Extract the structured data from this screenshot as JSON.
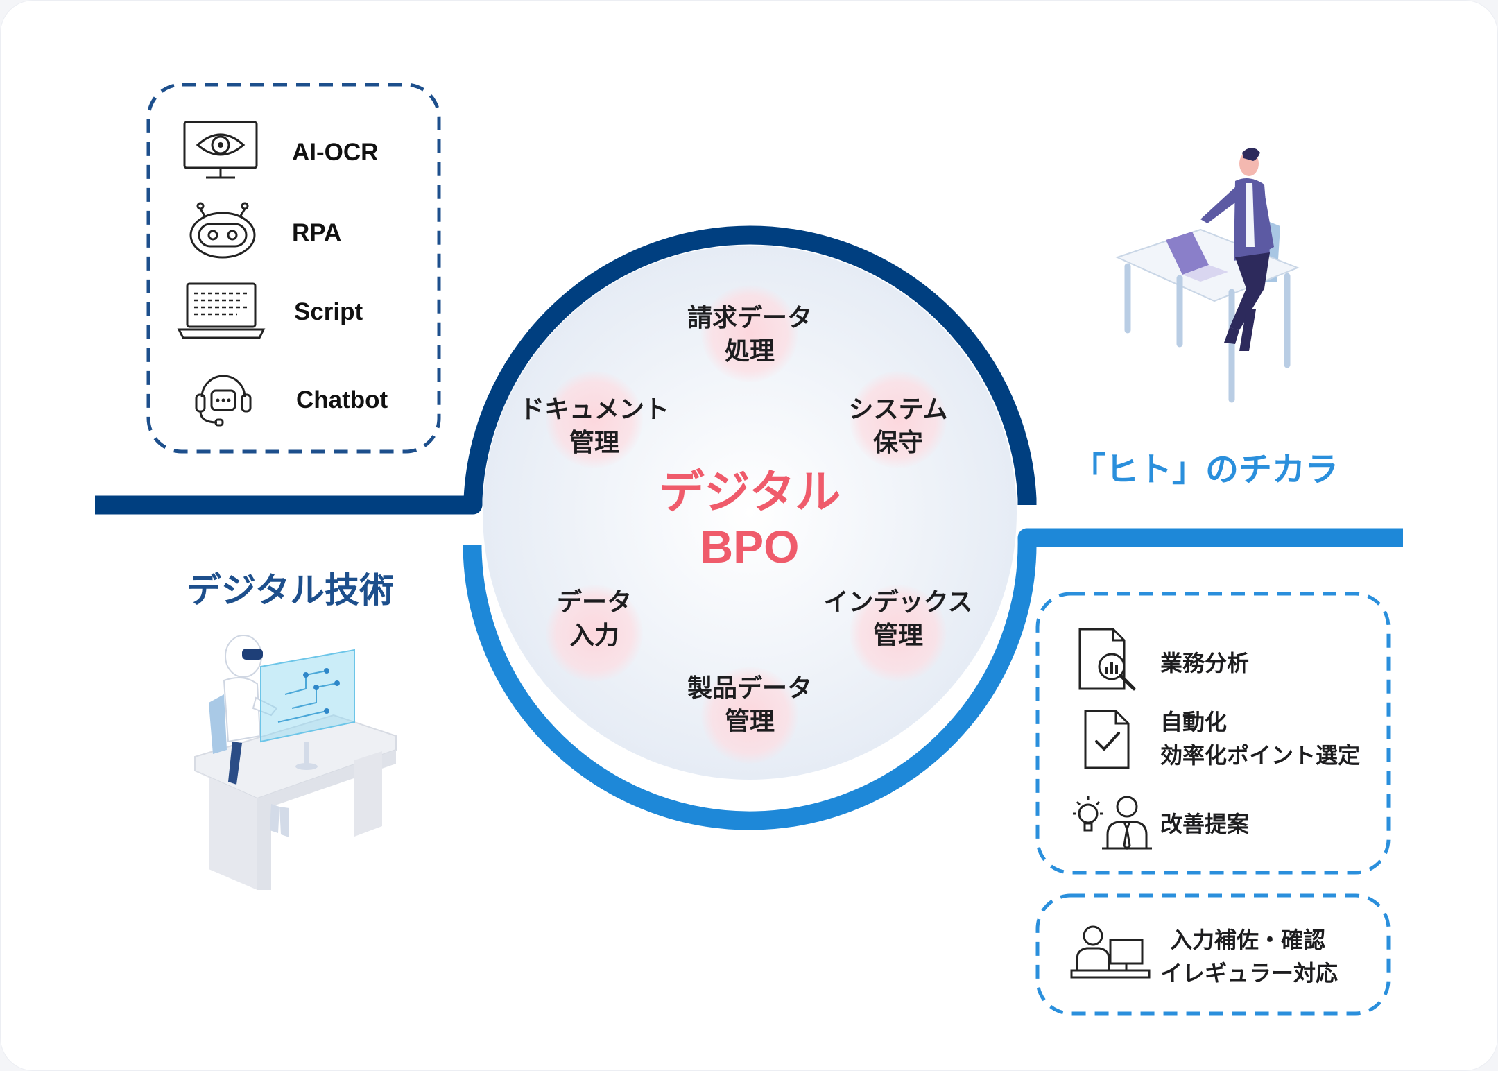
{
  "center": {
    "title_line1": "デジタル",
    "title_line2": "BPO"
  },
  "services": {
    "seikyu": [
      "請求データ",
      "処理"
    ],
    "system": [
      "システム",
      "保守"
    ],
    "index": [
      "インデックス",
      "管理"
    ],
    "seihin": [
      "製品データ",
      "管理"
    ],
    "data_input": [
      "データ",
      "入力"
    ],
    "document": [
      "ドキュメント",
      "管理"
    ]
  },
  "left": {
    "heading": "デジタル技術",
    "tools": [
      {
        "label": "AI-OCR",
        "icon": "eye-monitor-icon"
      },
      {
        "label": "RPA",
        "icon": "robot-face-icon"
      },
      {
        "label": "Script",
        "icon": "laptop-code-icon"
      },
      {
        "label": "Chatbot",
        "icon": "chatbot-headset-icon"
      }
    ]
  },
  "right": {
    "heading": "「ヒト」のチカラ",
    "items": [
      {
        "lines": [
          "業務分析"
        ],
        "icon": "document-analysis-icon"
      },
      {
        "lines": [
          "自動化",
          "効率化ポイント選定"
        ],
        "icon": "document-check-icon"
      },
      {
        "lines": [
          "改善提案"
        ],
        "icon": "idea-person-icon"
      }
    ],
    "support": {
      "lines": [
        "入力補佐・確認",
        "イレギュラー対応"
      ],
      "icon": "person-computer-icon"
    }
  },
  "colors": {
    "dark_blue": "#003f80",
    "light_blue": "#1e88d8",
    "accent_pink": "#ef5b6b",
    "left_heading": "#1d4f8c",
    "right_heading": "#2a8fdc"
  }
}
